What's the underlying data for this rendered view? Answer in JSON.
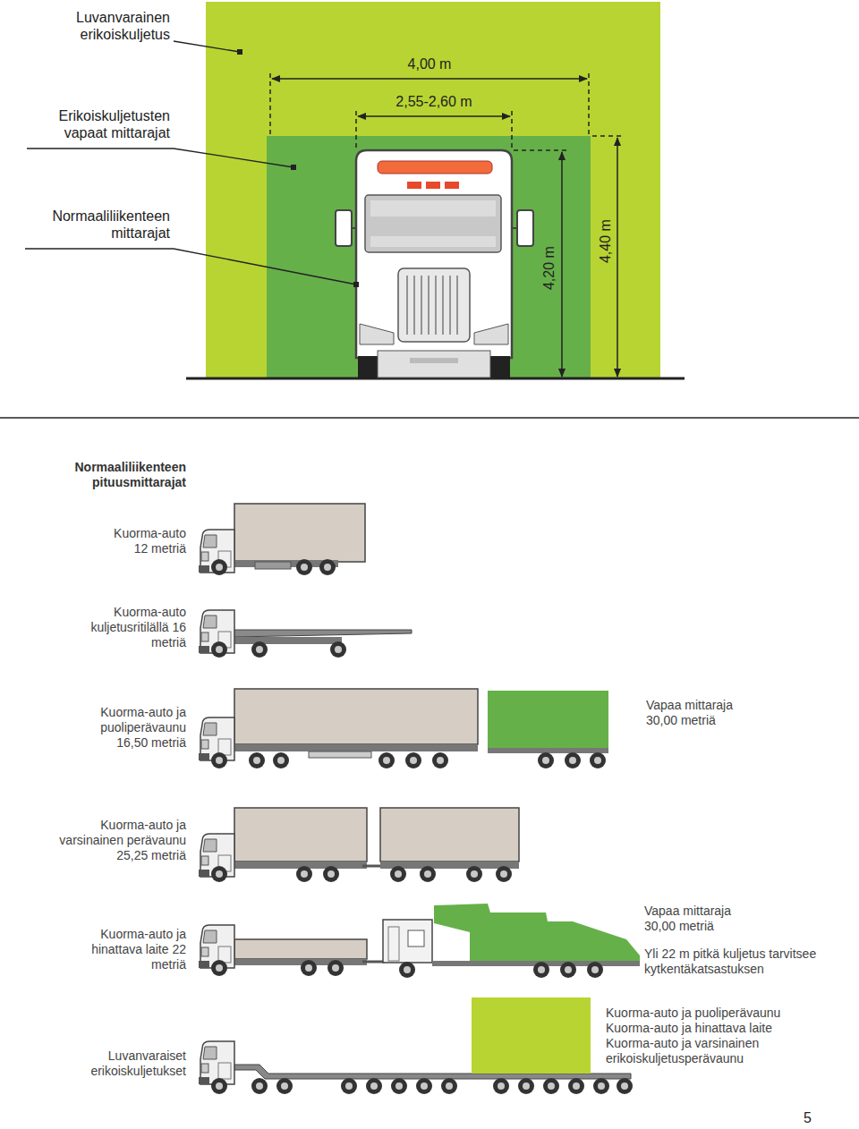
{
  "diagram": {
    "labels": [
      "Luvanvarainen erikoiskuljetus",
      "Erikoiskuljetusten vapaat mittarajat",
      "Normaaliliikenteen mittarajat",
      "4,00 m",
      "2,55-2,60 m",
      "4,20 m",
      "4,40 m",
      "Normaaliliikenteen pituusmittarajat",
      "Kuorma-auto 12 metriä",
      "Kuorma-auto kuljetusritilällä 16 metriä",
      "Kuorma-auto ja puoliperävaunu 16,50 metriä",
      "Vapaa mittaraja 30,00 metriä",
      "Kuorma-auto ja varsinainen perävaunu 25,25 metriä",
      "Kuorma-auto ja hinattava laite 22 metriä",
      "Vapaa mittaraja 30,00 metriä",
      "Yli 22 m pitkä kuljetus tarvitsee kytkentäkatsastuksen",
      "Luvanvaraiset erikoiskuljetukset",
      "Kuorma-auto ja puoliperävaunu",
      "Kuorma-auto ja hinattava laite",
      "Kuorma-auto ja varsinainen erikoiskuljetusperävaunu",
      "5"
    ]
  }
}
